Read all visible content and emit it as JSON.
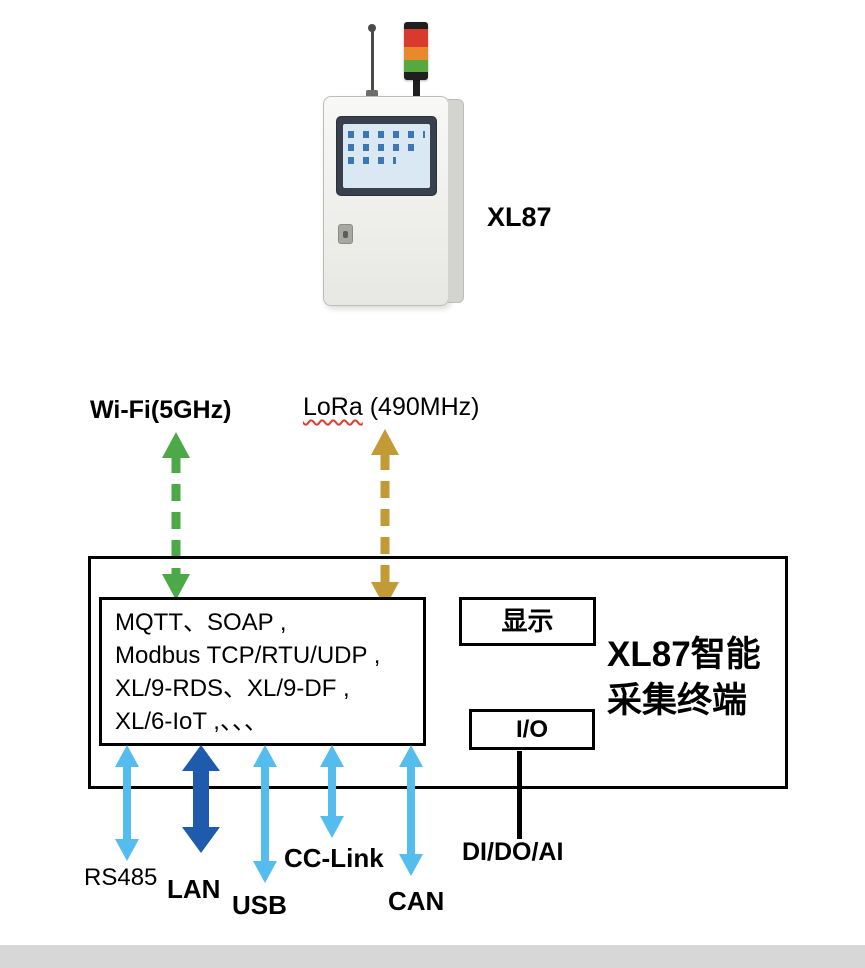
{
  "device": {
    "label": "XL87"
  },
  "wireless": {
    "wifi_label": "Wi-Fi(5GHz)",
    "lora_word": "LoRa",
    "lora_freq": " (490MHz)"
  },
  "terminal": {
    "protocols": [
      "MQTT、SOAP ,",
      "Modbus TCP/RTU/UDP ,",
      "XL/9-RDS、XL/9-DF ,",
      "XL/6-IoT ,、、、"
    ],
    "display_label": "显示",
    "io_label": "I/O",
    "title_line1": "XL87智能",
    "title_line2": "采集终端"
  },
  "ports": {
    "rs485": "RS485",
    "lan": "LAN",
    "usb": "USB",
    "cc_link": "CC-Link",
    "can": "CAN",
    "di_do_ai": "DI/DO/AI"
  },
  "colors": {
    "arrow-green": "#4DA848",
    "arrow-gold": "#C29B37",
    "arrow-lightblue": "#55BDEE",
    "arrow-darkblue": "#1F5BAD",
    "underline-red": "#E03C31",
    "light-red": "#D93A2B",
    "light-orange": "#E8892B",
    "light-green": "#57A93F"
  }
}
